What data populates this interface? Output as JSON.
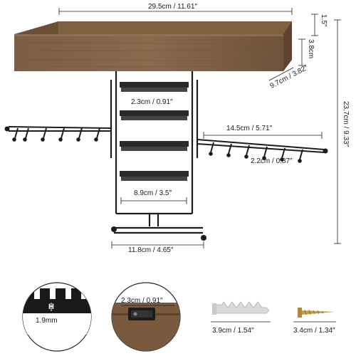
{
  "dimensions": {
    "shelf_width": "29.5cm / 11.61″",
    "shelf_height": "1.5″",
    "shelf_side": "3.8cm",
    "shelf_depth": "9.7cm / 3.82″",
    "total_height": "23.7cm / 9.33″",
    "earring_spacing": "2.3cm / 0.91″",
    "arm_length": "14.5cm / 5.71″",
    "hook_spacing": "2.2cm / 0.87″",
    "frame_width": "8.9cm / 3.5″",
    "bar_width": "11.8cm / 4.65″"
  },
  "insets": {
    "slot_label": "H",
    "slot_depth": "1.9mm",
    "bracket_width": "2.3cm / 0.91″",
    "anchor_length": "3.9cm / 1.54″",
    "screw_length": "3.4cm / 1.34″"
  },
  "colors": {
    "wood": "#7a5a3f",
    "wood_dark": "#5e4330",
    "metal": "#1c1c1c",
    "anchor": "#d9d9d9",
    "screw": "#b08a3a"
  }
}
